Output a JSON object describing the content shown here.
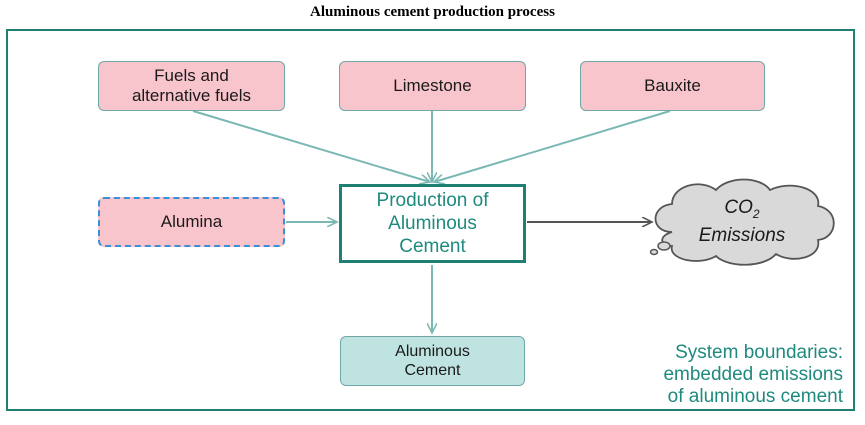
{
  "title": "Aluminous cement production process",
  "inputs": {
    "fuels": "Fuels and\nalternative fuels",
    "limestone": "Limestone",
    "bauxite": "Bauxite",
    "alumina": "Alumina"
  },
  "process": "Production of\nAluminous\nCement",
  "product": "Aluminous\nCement",
  "emissions": {
    "co": "CO",
    "sub": "2",
    "label": "Emissions"
  },
  "boundary": "System boundaries:\nembedded emissions\nof aluminous cement",
  "colors": {
    "input_fill": "#f9c5cd",
    "product_fill": "#bfe3e0",
    "accent_teal": "#1f7f72",
    "arrow": "#7ab8b4",
    "alumina_border": "#3a8fd8",
    "cloud_fill": "#d9d9d9"
  }
}
